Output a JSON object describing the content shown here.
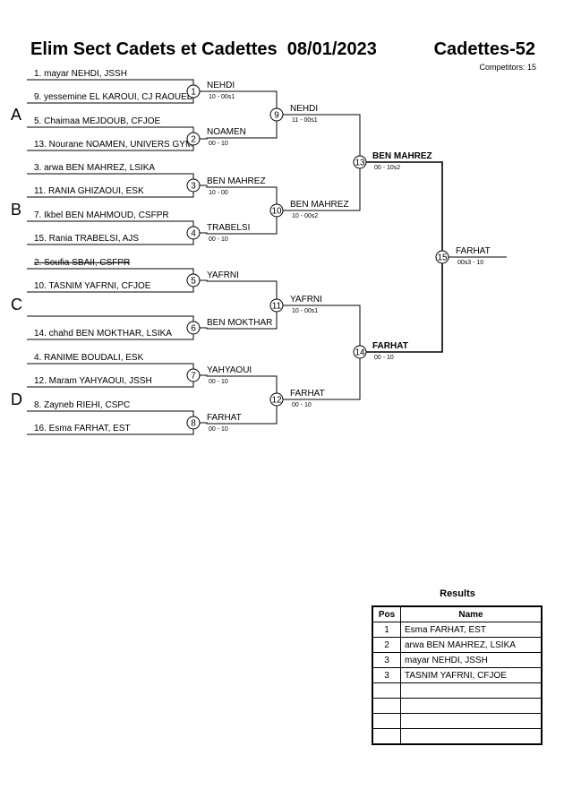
{
  "header": {
    "title": "Elim Sect Cadets et Cadettes  08/01/2023",
    "category": "Cadettes-52",
    "competitors": "Competitors: 15"
  },
  "pools": [
    "A",
    "B",
    "C",
    "D"
  ],
  "entrants": [
    {
      "label": "1. mayar NEHDI, JSSH",
      "struck": false
    },
    {
      "label": "9. yessemine EL KAROUI, CJ RAOUED",
      "struck": false
    },
    {
      "label": "5. Chaimaa MEJDOUB, CFJOE",
      "struck": false
    },
    {
      "label": "13. Nourane NOAMEN, UNIVERS GYM",
      "struck": false
    },
    {
      "label": "3. arwa BEN MAHREZ, LSIKA",
      "struck": false
    },
    {
      "label": "11. RANIA GHIZAOUI, ESK",
      "struck": false
    },
    {
      "label": "7. Ikbel BEN MAHMOUD, CSFPR",
      "struck": false
    },
    {
      "label": "15. Rania TRABELSI, AJS",
      "struck": false
    },
    {
      "label": "2. Soufia SBAII, CSFPR",
      "struck": true
    },
    {
      "label": "10. TASNIM YAFRNI, CFJOE",
      "struck": false
    },
    {
      "label": "",
      "struck": false
    },
    {
      "label": "14. chahd BEN MOKTHAR, LSIKA",
      "struck": false
    },
    {
      "label": "4. RANIME BOUDALI, ESK",
      "struck": false
    },
    {
      "label": "12. Maram YAHYAOUI, JSSH",
      "struck": false
    },
    {
      "label": "8. Zayneb RIEHI, CSPC",
      "struck": false
    },
    {
      "label": "16. Esma FARHAT, EST",
      "struck": false
    }
  ],
  "matches": [
    {
      "num": "1",
      "winner": "NEHDI",
      "score": "10 - 00s1",
      "bold": false
    },
    {
      "num": "2",
      "winner": "NOAMEN",
      "score": "00 - 10",
      "bold": false
    },
    {
      "num": "3",
      "winner": "BEN MAHREZ",
      "score": "10 - 00",
      "bold": false
    },
    {
      "num": "4",
      "winner": "TRABELSI",
      "score": "00 - 10",
      "bold": false
    },
    {
      "num": "5",
      "winner": "YAFRNI",
      "score": "",
      "bold": false
    },
    {
      "num": "6",
      "winner": "BEN MOKTHAR",
      "score": "",
      "bold": false
    },
    {
      "num": "7",
      "winner": "YAHYAOUI",
      "score": "00 - 10",
      "bold": false
    },
    {
      "num": "8",
      "winner": "FARHAT",
      "score": "00 - 10",
      "bold": false
    },
    {
      "num": "9",
      "winner": "NEHDI",
      "score": "11 - 00s1",
      "bold": false
    },
    {
      "num": "10",
      "winner": "BEN MAHREZ",
      "score": "10 - 00s2",
      "bold": false
    },
    {
      "num": "11",
      "winner": "YAFRNI",
      "score": "10 - 00s1",
      "bold": false
    },
    {
      "num": "12",
      "winner": "FARHAT",
      "score": "00 - 10",
      "bold": false
    },
    {
      "num": "13",
      "winner": "BEN MAHREZ",
      "score": "00 - 10s2",
      "bold": true
    },
    {
      "num": "14",
      "winner": "FARHAT",
      "score": "00 - 10",
      "bold": true
    },
    {
      "num": "15",
      "winner": "FARHAT",
      "score": "00s3 - 10",
      "bold": false
    }
  ],
  "results": {
    "title": "Results",
    "header_pos": "Pos",
    "header_name": "Name",
    "rows": [
      {
        "pos": "1",
        "name": "Esma FARHAT, EST"
      },
      {
        "pos": "2",
        "name": "arwa BEN MAHREZ, LSIKA"
      },
      {
        "pos": "3",
        "name": "mayar NEHDI, JSSH"
      },
      {
        "pos": "3",
        "name": "TASNIM YAFRNI, CFJOE"
      },
      {
        "pos": "",
        "name": ""
      },
      {
        "pos": "",
        "name": ""
      },
      {
        "pos": "",
        "name": ""
      },
      {
        "pos": "",
        "name": ""
      }
    ]
  }
}
